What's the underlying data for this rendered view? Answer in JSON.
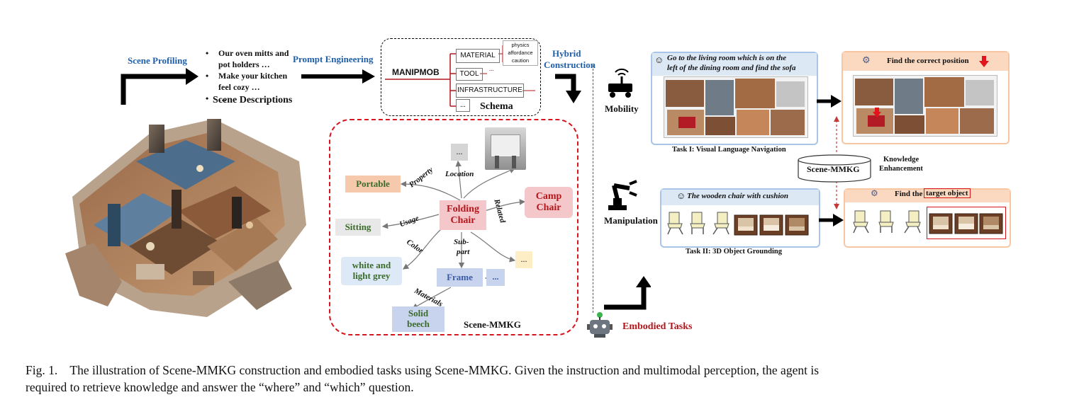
{
  "pipeline": {
    "scene_profiling": "Scene Profiling",
    "descriptions": [
      "Our oven mitts and",
      "pot holders …",
      "Make your kitchen",
      "feel cozy …",
      "…"
    ],
    "scene_descriptions": "Scene Descriptions",
    "prompt_engineering": "Prompt Engineering",
    "hybrid_construction_1": "Hybrid",
    "hybrid_construction_2": "Construction"
  },
  "schema": {
    "root": "MANIPMOB",
    "material": "MATERIAL",
    "material_children": [
      "physics",
      "affordance",
      "caution"
    ],
    "tool": "TOOL",
    "tool_child": "...",
    "infrastructure": "INFRASTRUCTURE",
    "more": "...",
    "label": "Schema"
  },
  "kg": {
    "center_1": "Folding",
    "center_2": "Chair",
    "location_box": "...",
    "location": "Location",
    "property": "Property",
    "portable": "Portable",
    "related": "Related",
    "camp_1": "Camp",
    "camp_2": "Chair",
    "usage": "Usage",
    "sitting": "Sitting",
    "color": "Color",
    "white_1": "white and",
    "white_2": "light grey",
    "subpart_1": "Sub-",
    "subpart_2": "part",
    "frame": "Frame",
    "frame_more": "...",
    "right_more": "...",
    "materials": "Materials",
    "solid_1": "Solid",
    "solid_2": "beech",
    "label": "Scene-MMKG"
  },
  "tasks": {
    "mobility": "Mobility",
    "manipulation": "Manipulation",
    "embodied": "Embodied Tasks",
    "nav_instr_1": "Go to the living room which is on the",
    "nav_instr_2": "left of the dining room and find the sofa",
    "task1": "Task I: Visual Language Navigation",
    "find_position": "Find the correct position",
    "kb": "Scene-MMKG",
    "knowledge_1": "Knowledge",
    "knowledge_2": "Enhancement",
    "grounding_instr": "The wooden chair with cushion",
    "task2": "Task II: 3D Object Grounding",
    "find_the": "Find the",
    "target_object": "target object"
  },
  "caption": {
    "line1": "Fig. 1.    The illustration of Scene-MMKG construction and embodied tasks using Scene-MMKG. Given the instruction and multimodal perception, the agent is",
    "line2": "required to retrieve knowledge and answer the “where” and “which” question."
  },
  "colors": {
    "blue_label": "#1f5fa8",
    "red_label": "#b3161b",
    "portable_bg": "#f6c9ad",
    "portable_text": "#3b6b2a",
    "center_bg": "#f4c7cb",
    "center_text": "#b3161b",
    "camp_bg": "#f4c7cb",
    "sitting_bg": "#e8e8e8",
    "white_bg": "#dde9f6",
    "frame_bg": "#c8d4ee",
    "solid_bg": "#c8d4ee",
    "more_yellow": "#fdeec6",
    "panel_blue": "#a8c4e6",
    "panel_orange": "#f7c7a4"
  }
}
